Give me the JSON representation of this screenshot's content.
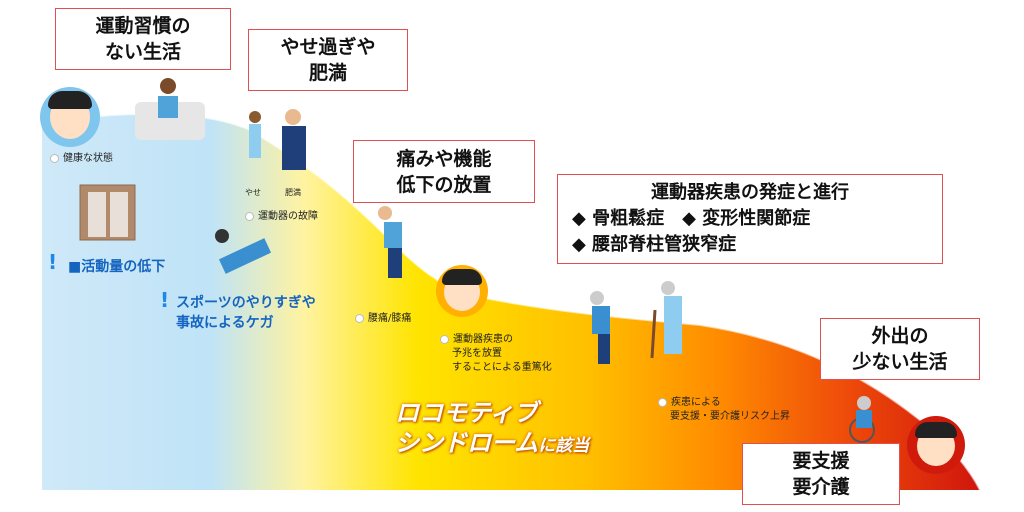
{
  "labels": {
    "no_exercise_line1": "運動習慣の",
    "no_exercise_line2": "ない生活",
    "weight_line1": "やせ過ぎや",
    "weight_line2": "肥満",
    "pain_line1": "痛みや機能",
    "pain_line2": "低下の放置",
    "disease_title": "運動器疾患の発症と進行",
    "disease_item1": "◆ 骨粗鬆症　◆ 変形性関節症",
    "disease_item2": "◆ 腰部脊柱管狭窄症",
    "outing_line1": "外出の",
    "outing_line2": "少ない生活",
    "care_line1": "要支援",
    "care_line2": "要介護"
  },
  "notes": {
    "healthy": "健康な状態",
    "thin": "やせ",
    "obese": "肥満",
    "injury": "運動器の故障",
    "backknee": "腰痛/膝痛",
    "severe_line1": "運動器疾患の",
    "severe_line2": "予兆を放置",
    "severe_line3": "することによる重篤化",
    "risk_line1": "疾患による",
    "risk_line2": "要支援・要介護リスク上昇"
  },
  "blue_text": {
    "activity": "■活動量の低下",
    "sports_line1": "スポーツのやりすぎや",
    "sports_line2": "事故によるケガ"
  },
  "syndrome": {
    "line1": "ロコモティブ",
    "line2": "シンドローム",
    "suffix": "に該当"
  },
  "colors": {
    "blue": "#bfe3f7",
    "yellow": "#ffe400",
    "orange": "#ff9a00",
    "red": "#d81c0c",
    "border": "#e05050"
  }
}
